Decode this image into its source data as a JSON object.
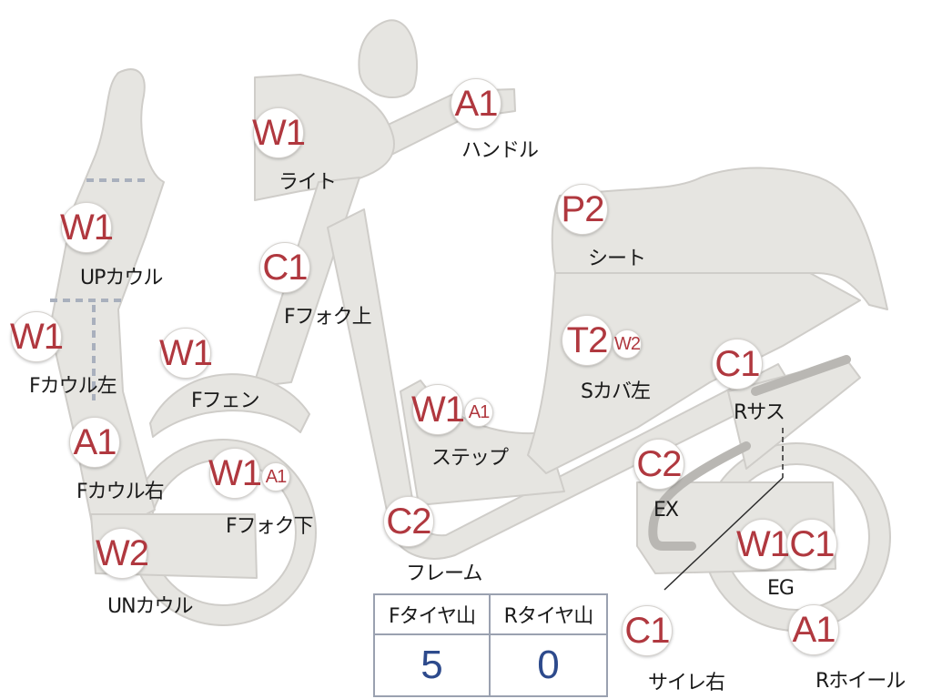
{
  "parts": [
    {
      "id": "light",
      "codes": [
        "W1"
      ],
      "label": "ライト"
    },
    {
      "id": "handle",
      "codes": [
        "A1"
      ],
      "label": "ハンドル"
    },
    {
      "id": "up-cowl",
      "codes": [
        "W1"
      ],
      "label": "UPカウル"
    },
    {
      "id": "seat",
      "codes": [
        "P2"
      ],
      "label": "シート"
    },
    {
      "id": "f-fork-upper",
      "codes": [
        "C1"
      ],
      "label": "Fフォク上"
    },
    {
      "id": "f-cowl-left",
      "codes": [
        "W1"
      ],
      "label": "Fカウル左"
    },
    {
      "id": "f-fender",
      "codes": [
        "W1"
      ],
      "label": "Fフェン"
    },
    {
      "id": "s-cover-left",
      "codes": [
        "T2",
        "W2"
      ],
      "label": "Sカバ左"
    },
    {
      "id": "r-suspension",
      "codes": [
        "C1"
      ],
      "label": "Rサス"
    },
    {
      "id": "step",
      "codes": [
        "W1",
        "A1"
      ],
      "label": "ステップ"
    },
    {
      "id": "f-cowl-right",
      "codes": [
        "A1"
      ],
      "label": "Fカウル右"
    },
    {
      "id": "f-fork-lower",
      "codes": [
        "W1",
        "A1"
      ],
      "label": "Fフォク下"
    },
    {
      "id": "exhaust",
      "codes": [
        "C2"
      ],
      "label": "EX"
    },
    {
      "id": "frame",
      "codes": [
        "C2"
      ],
      "label": "フレーム"
    },
    {
      "id": "un-cowl",
      "codes": [
        "W2"
      ],
      "label": "UNカウル"
    },
    {
      "id": "engine",
      "codes": [
        "W1",
        "C1"
      ],
      "label": "EG"
    },
    {
      "id": "silencer-right",
      "codes": [
        "C1"
      ],
      "label": "サイレ右"
    },
    {
      "id": "r-wheel",
      "codes": [
        "A1"
      ],
      "label": "Rホイール"
    }
  ],
  "tire_table": {
    "front_header": "Fタイヤ山",
    "rear_header": "Rタイヤ山",
    "front_value": "5",
    "rear_value": "0"
  },
  "colors": {
    "body_fill": "#e6e5e1",
    "body_stroke": "#cfcdc9",
    "code_text": "#b0383f",
    "table_value": "#2d4a8c",
    "table_border": "#9aa1b0"
  }
}
